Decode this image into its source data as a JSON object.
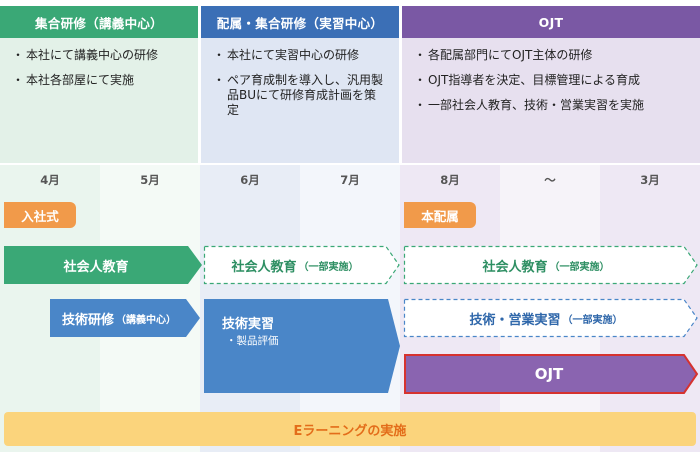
{
  "phases": [
    {
      "title": "集合研修（講義中心）",
      "bullets": [
        "本社にて講義中心の研修",
        "本社各部屋にて実施"
      ],
      "color": "#3aa876"
    },
    {
      "title": "配属・集合研修（実習中心）",
      "bullets": [
        "本社にて実習中心の研修",
        "ペア育成制を導入し、汎用製品BUにて研修育成計画を策定"
      ],
      "color": "#3b6fb6"
    },
    {
      "title": "OJT",
      "bullets": [
        "各配属部門にてOJT主体の研修",
        "OJT指導者を決定、目標管理による育成",
        "一部社会人教育、技術・営業実習を実施"
      ],
      "color": "#7a58a4"
    }
  ],
  "months": [
    "4月",
    "5月",
    "6月",
    "7月",
    "8月",
    "〜",
    "3月"
  ],
  "tags": {
    "joining": "入社式",
    "assignment": "本配属"
  },
  "bars": {
    "social_education": "社会人教育",
    "social_education_partial": "社会人教育",
    "partial_note": "（一部実施）",
    "tech_training": "技術研修",
    "tech_training_note": "（講義中心）",
    "tech_practice": "技術実習",
    "tech_practice_sub": "・製品評価",
    "tech_sales_practice": "技術・営業実習",
    "ojt": "OJT",
    "elearning": "Eラーニングの実施"
  }
}
